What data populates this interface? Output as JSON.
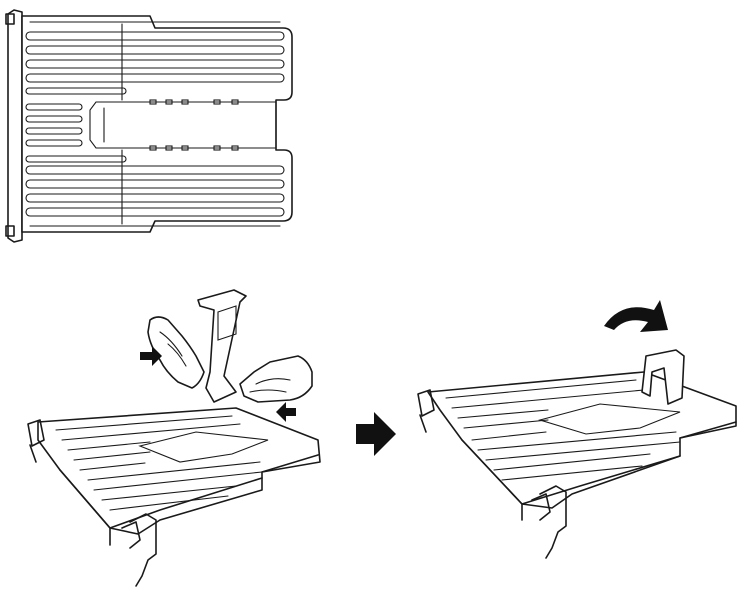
{
  "figure": {
    "panels": [
      {
        "name": "top-view-tray",
        "description_icon": "paper-tray-top-view"
      },
      {
        "name": "step-1-squeeze-stopper",
        "description_icon": "hands-squeezing-tray-icon"
      },
      {
        "name": "step-2-raise-stopper",
        "description_icon": "rotate-arrow-icon"
      }
    ],
    "colors": {
      "line": "#1a1a1a",
      "background": "#ffffff",
      "arrow": "#111111"
    }
  }
}
